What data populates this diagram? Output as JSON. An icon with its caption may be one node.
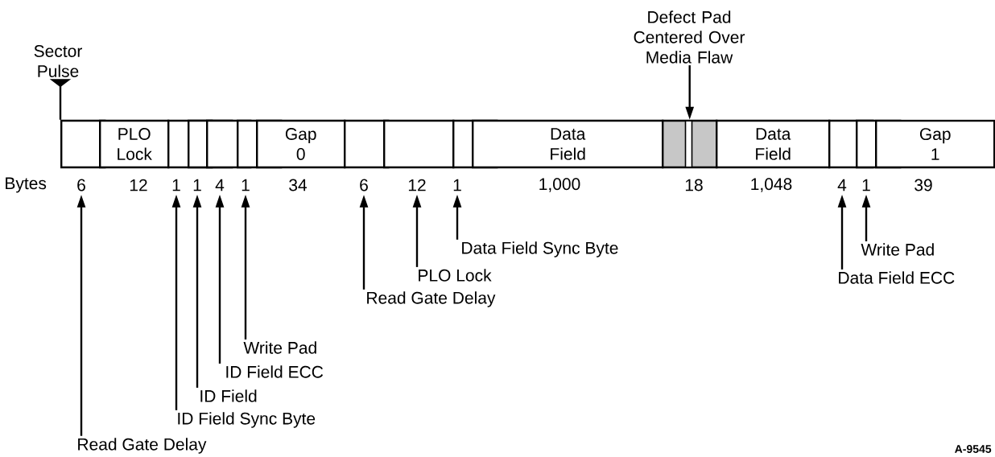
{
  "diagram": {
    "nodes": [
      {
        "text": [
          "Sector Pulse"
        ]
      },
      {
        "text": [
          "Defect Pad Centered Over Media Flaw"
        ]
      },
      {
        "text": [],
        "shape": "box"
      },
      {
        "text": [
          "PLO Lock"
        ]
      },
      {
        "text": [],
        "shape": "box"
      },
      {
        "text": [],
        "shape": "box"
      },
      {
        "text": [],
        "shape": "box"
      },
      {
        "text": [],
        "shape": "box"
      },
      {
        "text": [
          "Gap 0"
        ]
      },
      {
        "text": [],
        "shape": "box"
      },
      {
        "text": [],
        "shape": "box"
      },
      {
        "text": [],
        "shape": "box"
      },
      {
        "text": [
          "Data Field"
        ]
      },
      {
        "text": [],
        "shape": "box"
      },
      {
        "text": [
          "Data Field"
        ]
      },
      {
        "text": [],
        "shape": "box"
      },
      {
        "text": [],
        "shape": "box"
      },
      {
        "text": [
          "Gap 1"
        ]
      },
      {
        "text": [
          "6"
        ]
      },
      {
        "text": [
          "12"
        ]
      },
      {
        "text": [
          "1"
        ]
      },
      {
        "text": [
          "1"
        ]
      },
      {
        "text": [
          "4"
        ]
      },
      {
        "text": [
          "1"
        ]
      },
      {
        "text": [
          "34"
        ]
      },
      {
        "text": [
          "6"
        ]
      },
      {
        "text": [
          "12"
        ]
      },
      {
        "text": [
          "1"
        ]
      },
      {
        "text": [
          "1,000"
        ]
      },
      {
        "text": [
          "18"
        ]
      },
      {
        "text": [
          "1,048"
        ]
      },
      {
        "text": [
          "4"
        ]
      },
      {
        "text": [
          "1"
        ]
      },
      {
        "text": [
          "39"
        ]
      },
      {
        "text": [
          "Data Field Sync Byte"
        ]
      },
      {
        "text": [
          "Write Pad"
        ]
      },
      {
        "text": [
          "PLO Lock"
        ]
      },
      {
        "text": [
          "Data Field ECC"
        ]
      },
      {
        "text": [
          "Read Gate Delay"
        ]
      },
      {
        "text": [
          "Write Pad"
        ]
      },
      {
        "text": [
          "ID Field ECC"
        ]
      },
      {
        "text": [
          "ID Field"
        ]
      },
      {
        "text": [
          "ID Field Sync Byte"
        ]
      },
      {
        "text": [
          "Read Gate Delay"
        ]
      }
    ],
    "edges": [
      {
        "from": 0,
        "to": 2,
        "arrow": "other"
      },
      {
        "from": 1,
        "to": 13,
        "arrow": "to"
      },
      {
        "from": 34,
        "to": 27,
        "arrow": "to"
      },
      {
        "from": 35,
        "to": 32,
        "arrow": "to"
      },
      {
        "from": 36,
        "to": 26,
        "arrow": "to"
      },
      {
        "from": 37,
        "to": 31,
        "arrow": "to"
      },
      {
        "from": 38,
        "to": 25,
        "arrow": "to"
      },
      {
        "from": 39,
        "to": 23,
        "arrow": "to"
      },
      {
        "from": 40,
        "to": 22,
        "arrow": "to"
      },
      {
        "from": 41,
        "to": 21,
        "arrow": "to"
      },
      {
        "from": 42,
        "to": 20,
        "arrow": "to"
      },
      {
        "from": 43,
        "to": 18,
        "arrow": "to"
      }
    ],
    "labels": [
      "Bytes",
      "A-9545"
    ]
  }
}
